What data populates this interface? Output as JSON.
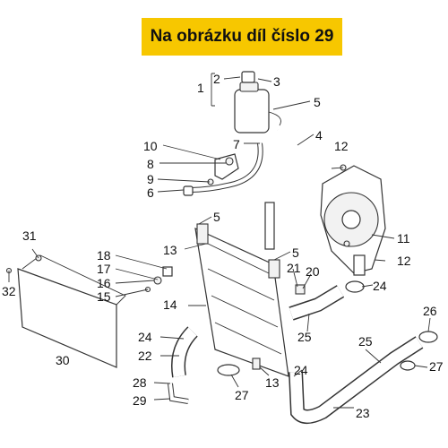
{
  "banner": {
    "text": "Na obrázku díl číslo 29",
    "background": "#f7c700"
  },
  "callouts": [
    {
      "id": "c1",
      "text": "1"
    },
    {
      "id": "c2",
      "text": "2"
    },
    {
      "id": "c3",
      "text": "3"
    },
    {
      "id": "c5a",
      "text": "5"
    },
    {
      "id": "c4",
      "text": "4"
    },
    {
      "id": "c7",
      "text": "7"
    },
    {
      "id": "c10",
      "text": "10"
    },
    {
      "id": "c8",
      "text": "8"
    },
    {
      "id": "c9",
      "text": "9"
    },
    {
      "id": "c6",
      "text": "6"
    },
    {
      "id": "c12a",
      "text": "12"
    },
    {
      "id": "c5b",
      "text": "5"
    },
    {
      "id": "c13a",
      "text": "13"
    },
    {
      "id": "c5c",
      "text": "5"
    },
    {
      "id": "c11",
      "text": "11"
    },
    {
      "id": "c31",
      "text": "31"
    },
    {
      "id": "c18",
      "text": "18"
    },
    {
      "id": "c17",
      "text": "17"
    },
    {
      "id": "c16",
      "text": "16"
    },
    {
      "id": "c15",
      "text": "15"
    },
    {
      "id": "c21",
      "text": "21"
    },
    {
      "id": "c20",
      "text": "20"
    },
    {
      "id": "c12b",
      "text": "12"
    },
    {
      "id": "c32",
      "text": "32"
    },
    {
      "id": "c24a",
      "text": "24"
    },
    {
      "id": "c14",
      "text": "14"
    },
    {
      "id": "c25a",
      "text": "25"
    },
    {
      "id": "c26",
      "text": "26"
    },
    {
      "id": "c24b",
      "text": "24"
    },
    {
      "id": "c22",
      "text": "22"
    },
    {
      "id": "c30",
      "text": "30"
    },
    {
      "id": "c25b",
      "text": "25"
    },
    {
      "id": "c27a",
      "text": "27"
    },
    {
      "id": "c28",
      "text": "28"
    },
    {
      "id": "c27b",
      "text": "27"
    },
    {
      "id": "c13b",
      "text": "13"
    },
    {
      "id": "c24c",
      "text": "24"
    },
    {
      "id": "c29",
      "text": "29"
    },
    {
      "id": "c23",
      "text": "23"
    }
  ]
}
